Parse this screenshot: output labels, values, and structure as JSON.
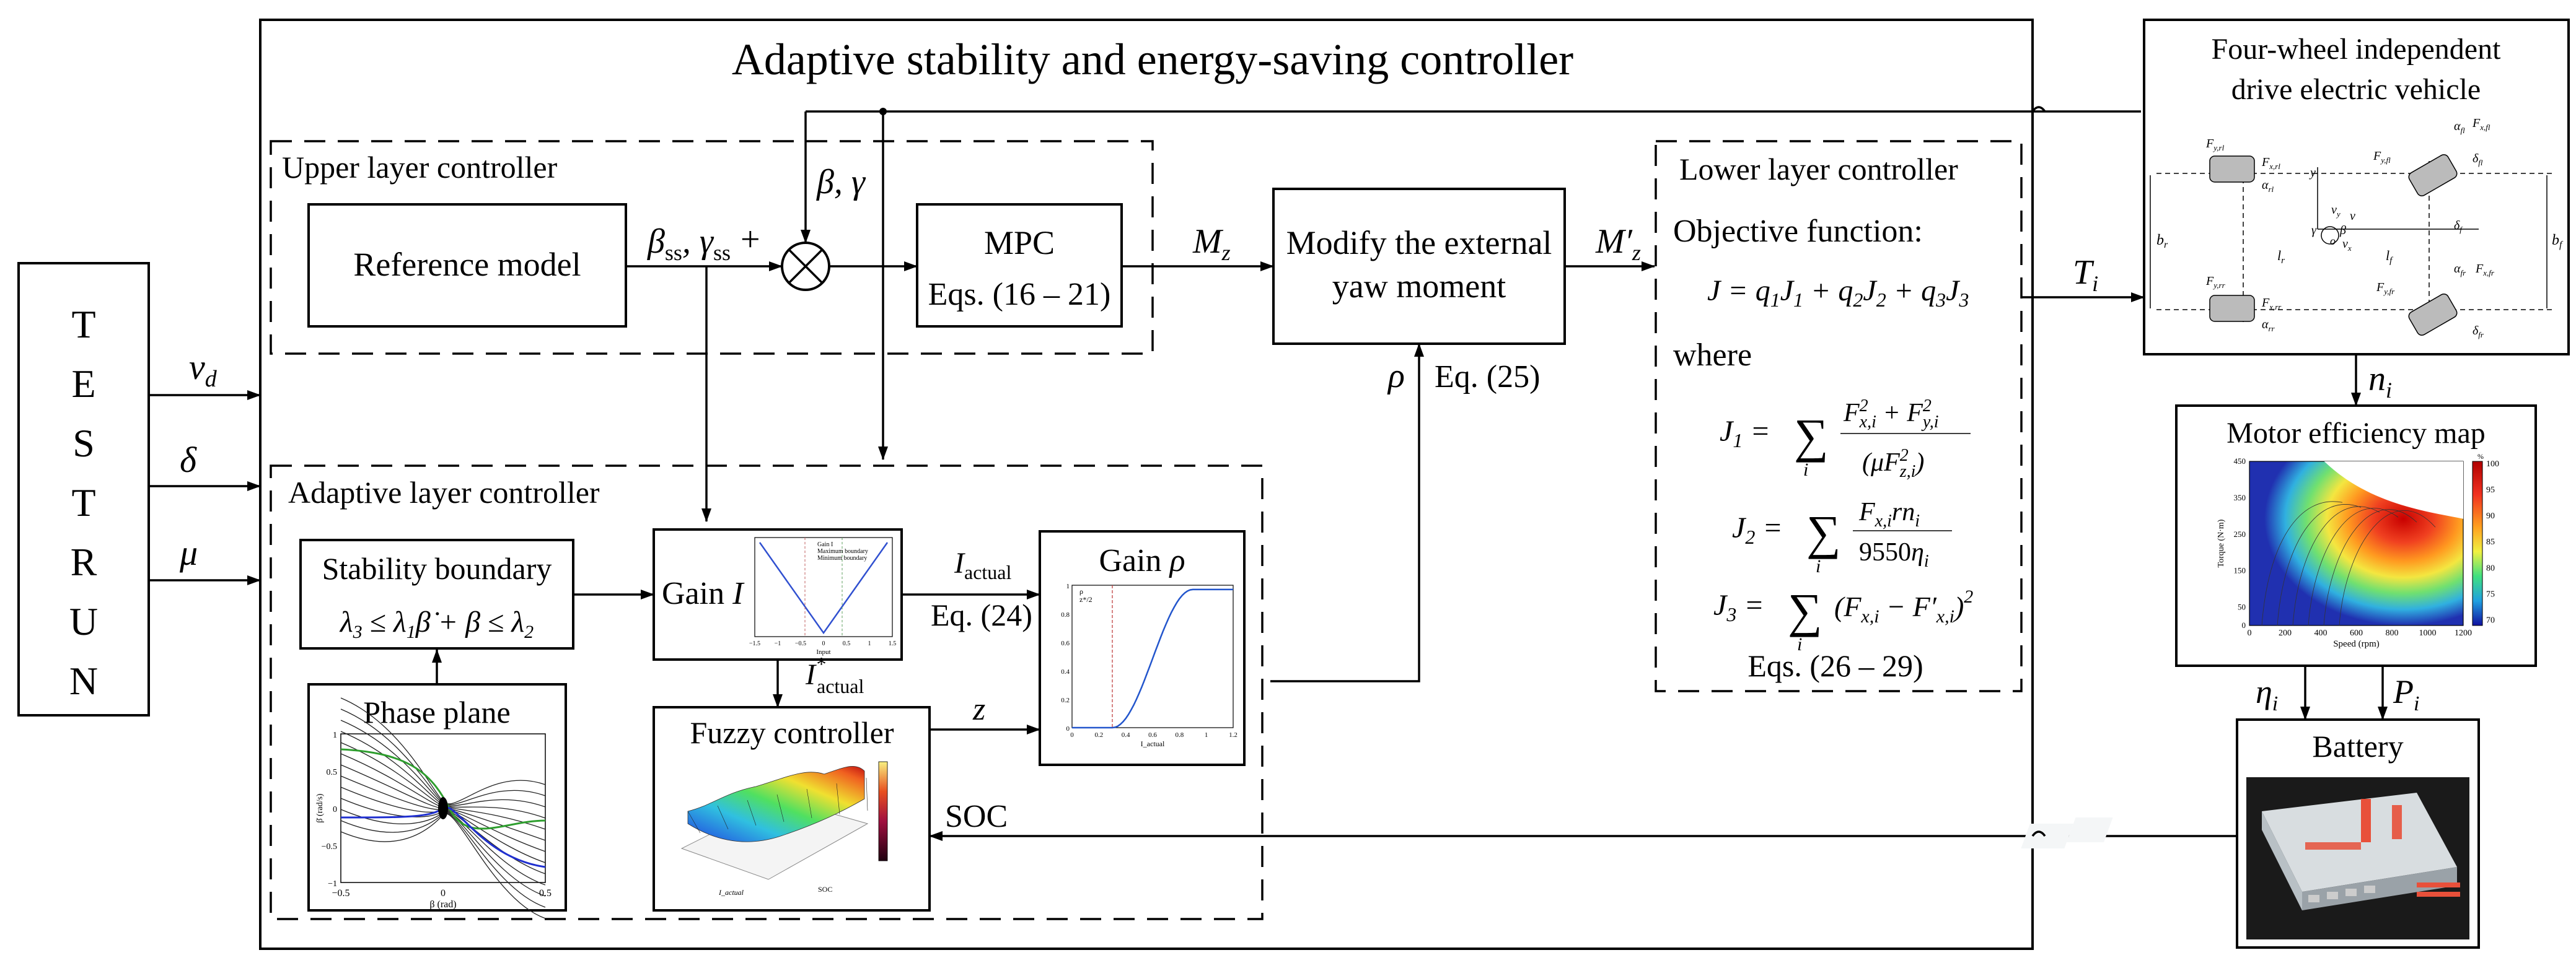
{
  "title": "Adaptive stability and energy-saving controller",
  "testrun": [
    "T",
    "E",
    "S",
    "T",
    "R",
    "U",
    "N"
  ],
  "inputs": [
    "v_d",
    "δ",
    "μ"
  ],
  "upper_layer": {
    "label": "Upper layer controller",
    "reference_model": "Reference model",
    "ref_outputs": "β_ss, γ_ss",
    "plus": "+",
    "feedback": "β, γ",
    "mpc_title": "MPC",
    "mpc_eqs": "Eqs. (16 – 21)"
  },
  "mz_label": "M_z",
  "modify_box": [
    "Modify the external",
    "yaw moment"
  ],
  "mz_prime_label": "M′_z",
  "rho_label": "ρ",
  "eq25": "Eq. (25)",
  "lower_layer": {
    "label": "Lower layer controller",
    "objective": "Objective function:",
    "j_eq": "J = q1J1 + q2J2 + q3J3",
    "where": "where",
    "j1": "J1 = Σ (F²x,i + F²y,i) / (μF²z,i)",
    "j2": "J2 = Σ Fx,i r ni / 9550ηi",
    "j3": "J3 = Σ (Fx,i − F′x,i)²",
    "eqs": "Eqs. (26 – 29)"
  },
  "ti_label": "T_i",
  "adaptive_layer": {
    "label": "Adaptive layer controller",
    "stability_title": "Stability boundary",
    "stability_eq": "λ3 ≤ λ1β̇ + β ≤ λ2",
    "phase_plane": "Phase plane",
    "gain_i": "Gain I",
    "i_actual": "I_actual",
    "eq24": "Eq. (24)",
    "i_actual_star": "I*_actual",
    "gain_rho": "Gain ρ",
    "z_label": "z",
    "fuzzy": "Fuzzy controller",
    "soc": "SOC"
  },
  "vehicle": {
    "title_line1": "Four-wheel independent",
    "title_line2": "drive electric vehicle",
    "labels": [
      "F_y,rl",
      "F_x,rl",
      "α_rl",
      "F_y,rr",
      "F_x,rr",
      "α_rr",
      "F_y,fl",
      "F_x,fl",
      "α_fl",
      "δ_fl",
      "F_y,fr",
      "F_x,fr",
      "α_fr",
      "δ_fr",
      "b_r",
      "b_f",
      "l_r",
      "l_f",
      "v_x",
      "v_y",
      "v",
      "β",
      "γ",
      "x",
      "y",
      "δ_f"
    ]
  },
  "ni_label": "n_i",
  "motor": {
    "title": "Motor efficiency map",
    "xlabel": "Speed (rpm)",
    "ylabel": "Torque (N·m)",
    "xticks": [
      "0",
      "200",
      "400",
      "600",
      "800",
      "1000",
      "1200"
    ],
    "yticks": [
      "0",
      "50",
      "150",
      "250",
      "350",
      "450"
    ],
    "cbar_ticks": [
      "100",
      "95",
      "90",
      "85",
      "80",
      "75",
      "70"
    ],
    "cbar_unit": "%"
  },
  "eta_label": "η_i",
  "p_label": "P_i",
  "battery": "Battery",
  "plots": {
    "phase_xlabel": "β (rad)",
    "phase_ylabel": "β̇ (rad/s)",
    "phase_xticks": [
      "−0.5",
      "0",
      "0.5"
    ],
    "phase_yticks": [
      "1",
      "0.5",
      "0",
      "−0.5",
      "−1"
    ],
    "gain_i_legend": [
      "Gain I",
      "Maximum boundary",
      "Minimum boundary"
    ],
    "gain_i_xlabel": "Input",
    "gain_i_xticks": [
      "−1.5",
      "−1",
      "−0.5",
      "0",
      "0.5",
      "1",
      "1.5"
    ],
    "rho_legend": [
      "ρ",
      "z*/2"
    ],
    "rho_xlabel": "I_actual",
    "rho_xticks": [
      "0",
      "0.2",
      "0.4",
      "0.6",
      "0.8",
      "1",
      "1.2"
    ],
    "rho_yticks": [
      "1",
      "0.8",
      "0.6",
      "0.4",
      "0.2",
      "0"
    ],
    "fuzzy_xlabel": "I_actual",
    "fuzzy_ylabel": "SOC"
  },
  "colors": {
    "phase_green": "#2e9e2e",
    "phase_blue": "#2030d0",
    "gain_line": "#3050d0",
    "rho_line": "#2255cc",
    "rho_dash": "#c04040",
    "battery_bg": "#1a1a1a",
    "battery_accent": "#e8503a"
  }
}
